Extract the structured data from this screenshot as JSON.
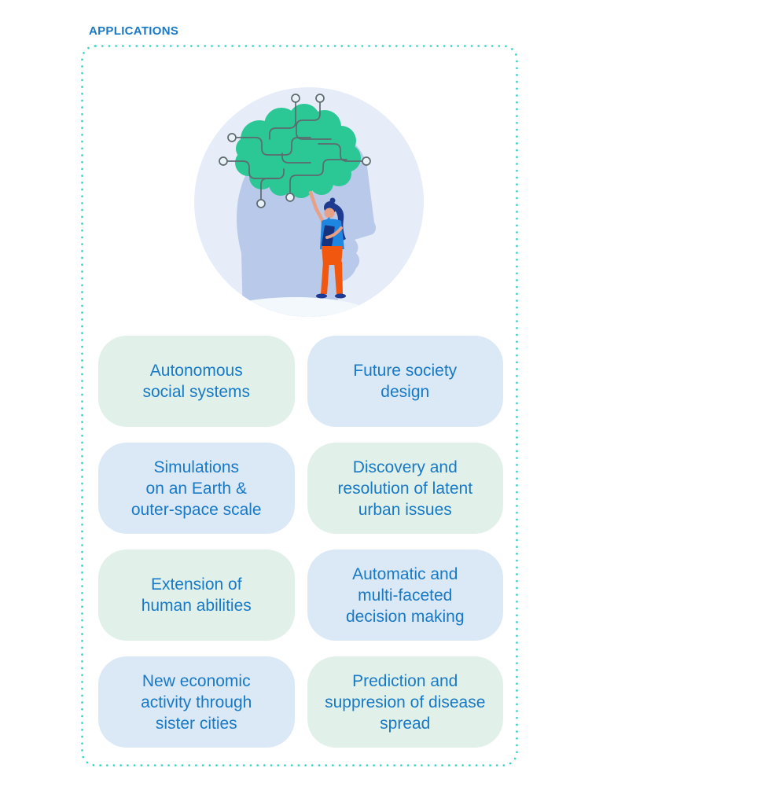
{
  "header": {
    "title": "APPLICATIONS"
  },
  "theme": {
    "text_blue": "#1879c6",
    "card_green": "#e1f1ea",
    "card_blue": "#dbe9f6",
    "accent_teal": "#2fd5c2",
    "background": "#ffffff"
  },
  "illustration": {
    "name": "human-head-with-ai-circuit-brain",
    "colors": {
      "circle": "#e6edf8",
      "head": "#b9c9ea",
      "ground": "#f3f8fd",
      "brain": "#2bc795",
      "circuit": "#5e6a6e",
      "node_fill": "#e9f1f9",
      "hair": "#1e3b8f",
      "shirt": "#1e86e0",
      "tablet": "#16337f",
      "pants": "#f1570e",
      "shoes": "#1f3a93",
      "skin": "#e8a087"
    }
  },
  "cards": [
    {
      "variant": "green",
      "lines": [
        "Autonomous",
        "social systems"
      ]
    },
    {
      "variant": "blue",
      "lines": [
        "Future society",
        "design"
      ]
    },
    {
      "variant": "blue",
      "lines": [
        "Simulations",
        "on an Earth &",
        "outer-space scale"
      ]
    },
    {
      "variant": "green",
      "lines": [
        "Discovery and",
        "resolution of latent",
        "urban issues"
      ]
    },
    {
      "variant": "green",
      "lines": [
        "Extension of",
        "human abilities"
      ]
    },
    {
      "variant": "blue",
      "lines": [
        "Automatic and",
        "multi-faceted",
        "decision making"
      ]
    },
    {
      "variant": "blue",
      "lines": [
        "New economic",
        "activity through",
        "sister cities"
      ]
    },
    {
      "variant": "green",
      "lines": [
        "Prediction and",
        "suppresion of disease",
        "spread"
      ]
    }
  ]
}
